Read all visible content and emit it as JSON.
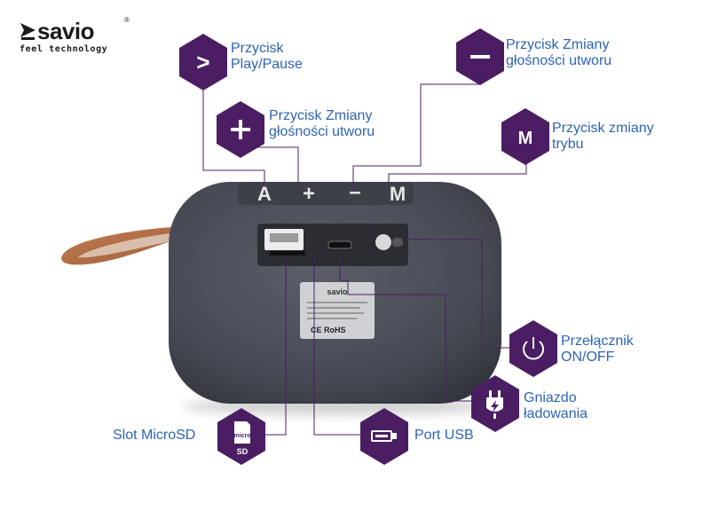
{
  "brand": {
    "name": "savio",
    "registered": "®",
    "tagline": "feel technology"
  },
  "colors": {
    "hex": "#4b1e63",
    "label": "#2d64b4",
    "leader": "#4b1e63",
    "speaker": "#4a4d57",
    "strap": "#b5724a"
  },
  "callouts": {
    "play": {
      "icon": "chevron-right-icon",
      "glyph": ">",
      "line1": "Przycisk",
      "line2": "Play/Pause"
    },
    "vol_down": {
      "icon": "minus-icon",
      "glyph": "–",
      "line1": "Przycisk Zmiany",
      "line2": "głośności utworu"
    },
    "vol_up": {
      "icon": "plus-icon",
      "glyph": "+",
      "line1": "Przycisk Zmiany",
      "line2": "głośności utworu"
    },
    "mode": {
      "icon": "mode-m-icon",
      "glyph": "M",
      "line1": "Przycisk zmiany",
      "line2": "trybu"
    },
    "power": {
      "icon": "power-icon",
      "line1": "Przełącznik",
      "line2": "ON/OFF"
    },
    "charging": {
      "icon": "charging-plug-icon",
      "line1": "Gniazdo",
      "line2": "ładowania"
    },
    "usb": {
      "icon": "usb-icon",
      "line1": "Port USB"
    },
    "microsd": {
      "icon": "microsd-icon",
      "line1": "Slot MicroSD"
    }
  },
  "speaker": {
    "button_glyphs": [
      "A",
      "+",
      "–",
      "M"
    ],
    "plate_brand": "savio",
    "plate_marks": "CE RoHS"
  }
}
